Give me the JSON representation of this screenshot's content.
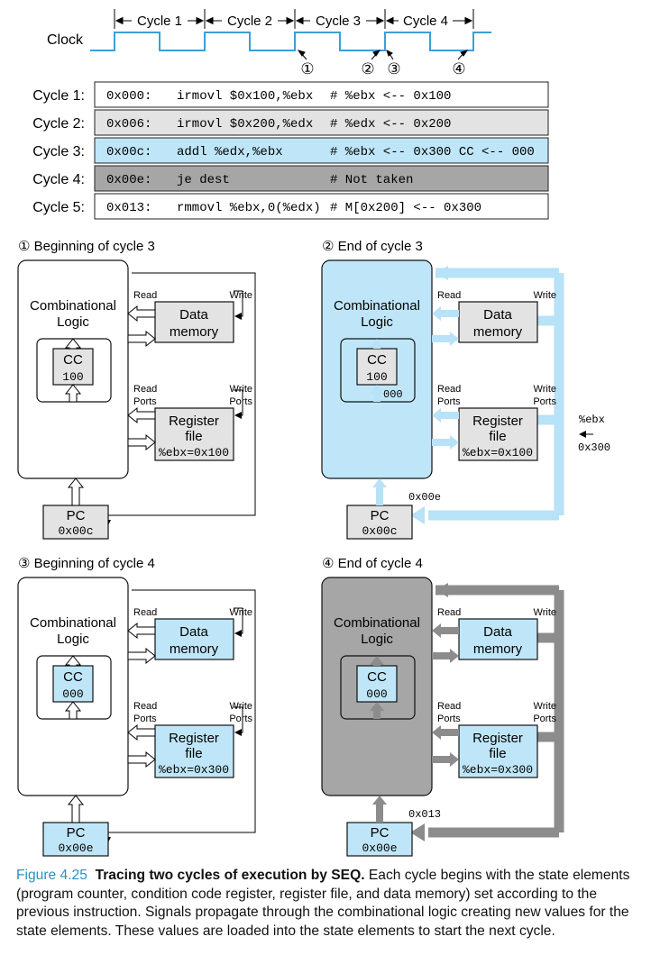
{
  "clock": {
    "label": "Clock",
    "cycles": [
      "Cycle 1",
      "Cycle 2",
      "Cycle 3",
      "Cycle 4"
    ],
    "markers": [
      "①",
      "②",
      "③",
      "④"
    ]
  },
  "trace": {
    "rows": [
      {
        "cycle": "Cycle 1:",
        "addr": "0x000:",
        "instr": "irmovl $0x100,%ebx",
        "comment": "# %ebx <-- 0x100",
        "shade": "white"
      },
      {
        "cycle": "Cycle 2:",
        "addr": "0x006:",
        "instr": "irmovl $0x200,%edx",
        "comment": "# %edx <-- 0x200",
        "shade": "light-gray"
      },
      {
        "cycle": "Cycle 3:",
        "addr": "0x00c:",
        "instr": "addl %edx,%ebx",
        "comment": "# %ebx <-- 0x300 CC <-- 000",
        "shade": "blue"
      },
      {
        "cycle": "Cycle 4:",
        "addr": "0x00e:",
        "instr": "je dest",
        "comment": "# Not taken",
        "shade": "dark-gray"
      },
      {
        "cycle": "Cycle 5:",
        "addr": "0x013:",
        "instr": "rmmovl %ebx,0(%edx)",
        "comment": "# M[0x200] <-- 0x300",
        "shade": "white"
      }
    ]
  },
  "panels": [
    {
      "title": "① Beginning of cycle 3",
      "logic_label": [
        "Combinational",
        "Logic"
      ],
      "cc_label": "CC",
      "cc_value": "100",
      "cc_new": "",
      "read": "Read",
      "write": "Write",
      "read_ports": [
        "Read",
        "Ports"
      ],
      "write_ports": [
        "Write",
        "Ports"
      ],
      "mem_label": [
        "Data",
        "memory"
      ],
      "reg_label": [
        "Register",
        "file"
      ],
      "reg_value": "%ebx=0x100",
      "pc_label": "PC",
      "pc_value": "0x00c",
      "pc_new": "",
      "write_reg": "",
      "write_val": "",
      "logic_fill": "#ffffff",
      "state_fill": "#e3e3e3",
      "wire_style": "thin"
    },
    {
      "title": "② End of cycle 3",
      "logic_label": [
        "Combinational",
        "Logic"
      ],
      "cc_label": "CC",
      "cc_value": "100",
      "cc_new": "000",
      "read": "Read",
      "write": "Write",
      "read_ports": [
        "Read",
        "Ports"
      ],
      "write_ports": [
        "Write",
        "Ports"
      ],
      "mem_label": [
        "Data",
        "memory"
      ],
      "reg_label": [
        "Register",
        "file"
      ],
      "reg_value": "%ebx=0x100",
      "pc_label": "PC",
      "pc_value": "0x00c",
      "pc_new": "0x00e",
      "write_reg": "%ebx",
      "write_val": "0x300",
      "logic_fill": "#bfe6f8",
      "state_fill": "#e3e3e3",
      "wire_style": "blue"
    },
    {
      "title": "③ Beginning of cycle 4",
      "logic_label": [
        "Combinational",
        "Logic"
      ],
      "cc_label": "CC",
      "cc_value": "000",
      "cc_new": "",
      "read": "Read",
      "write": "Write",
      "read_ports": [
        "Read",
        "Ports"
      ],
      "write_ports": [
        "Write",
        "Ports"
      ],
      "mem_label": [
        "Data",
        "memory"
      ],
      "reg_label": [
        "Register",
        "file"
      ],
      "reg_value": "%ebx=0x300",
      "pc_label": "PC",
      "pc_value": "0x00e",
      "pc_new": "",
      "write_reg": "",
      "write_val": "",
      "logic_fill": "#ffffff",
      "state_fill": "#bfe6f8",
      "wire_style": "thin"
    },
    {
      "title": "④ End of cycle 4",
      "logic_label": [
        "Combinational",
        "Logic"
      ],
      "cc_label": "CC",
      "cc_value": "000",
      "cc_new": "",
      "read": "Read",
      "write": "Write",
      "read_ports": [
        "Read",
        "Ports"
      ],
      "write_ports": [
        "Write",
        "Ports"
      ],
      "mem_label": [
        "Data",
        "memory"
      ],
      "reg_label": [
        "Register",
        "file"
      ],
      "reg_value": "%ebx=0x300",
      "pc_label": "PC",
      "pc_value": "0x00e",
      "pc_new": "0x013",
      "write_reg": "",
      "write_val": "",
      "logic_fill": "#a6a6a6",
      "state_fill": "#bfe6f8",
      "wire_style": "gray"
    }
  ],
  "caption": {
    "label": "Figure 4.25",
    "title": "Tracing two cycles of execution by SEQ.",
    "text": "Each cycle begins with the state elements (program counter, condition code register, register file, and data memory) set according to the previous instruction. Signals propagate through the combinational logic creating new values for the state elements. These values are loaded into the state elements to start the next cycle."
  },
  "colors": {
    "blue_fill": "#bfe6f8",
    "blue_wire": "#b7e2f7",
    "clock_blue": "#3aa0d8",
    "light_gray": "#e3e3e3",
    "dark_gray": "#a6a6a6",
    "gray_wire": "#8c8c8c",
    "caption_blue": "#2d8fc6"
  }
}
